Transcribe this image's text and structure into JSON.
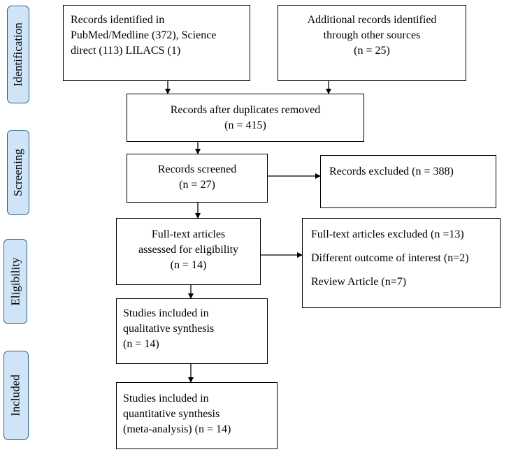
{
  "stages": [
    {
      "label": "Identification"
    },
    {
      "label": "Screening"
    },
    {
      "label": "Eligibility"
    },
    {
      "label": "Included"
    }
  ],
  "boxes": {
    "records_identified": {
      "lines": [
        "Records identified in",
        "PubMed/Medline (372), Science",
        "direct (113) LILACS (1)"
      ]
    },
    "additional_records": {
      "lines": [
        "Additional records identified",
        "through other sources",
        "(n = 25)"
      ]
    },
    "after_duplicates": {
      "lines": [
        "Records after duplicates removed",
        "(n = 415)"
      ]
    },
    "screened": {
      "lines": [
        "Records screened",
        "(n = 27)"
      ]
    },
    "excluded": {
      "lines": [
        "Records excluded (n = 388)"
      ]
    },
    "fulltext_assessed": {
      "lines": [
        "Full-text articles",
        "assessed for eligibility",
        "(n = 14)"
      ]
    },
    "fulltext_excluded": {
      "lines": [
        "Full-text articles excluded (n =13)",
        "Different outcome of interest (n=2)",
        "Review Article (n=7)"
      ]
    },
    "qualitative": {
      "lines": [
        "Studies included in",
        "qualitative synthesis",
        "(n = 14)"
      ]
    },
    "quantitative": {
      "lines": [
        "Studies included in",
        "quantitative synthesis",
        "(meta-analysis) (n = 14)"
      ]
    }
  }
}
